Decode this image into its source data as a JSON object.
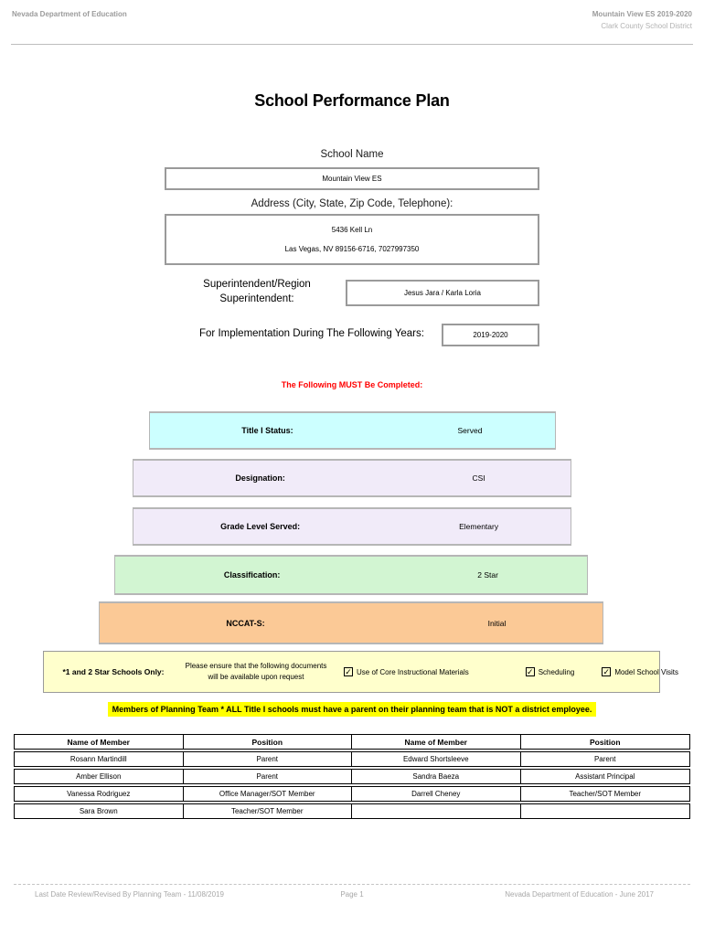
{
  "header": {
    "left": "Nevada Department of Education",
    "right_line1": "Mountain View ES  2019-2020",
    "right_line2": "Clark County School District"
  },
  "title": "School Performance Plan",
  "form": {
    "school_name_label": "School Name",
    "school_name_value": "Mountain View ES",
    "address_label": "Address (City, State, Zip Code, Telephone):",
    "address_line1": "5436 Kell Ln",
    "address_line2": "Las Vegas, NV  89156-6716, 7027997350",
    "superintendent_label_line1": "Superintendent/Region",
    "superintendent_label_line2": "Superintendent:",
    "superintendent_value": "Jesus Jara / Karla Loria",
    "implementation_label": "For Implementation During The Following Years:",
    "implementation_value": "2019-2020"
  },
  "must_complete_notice": "The Following MUST Be Completed:",
  "status_bars": [
    {
      "label": "Title I Status:",
      "value": "Served",
      "color": "#ccffff"
    },
    {
      "label": "Designation:",
      "value": "CSI",
      "color": "#f1ebf9"
    },
    {
      "label": "Grade Level Served:",
      "value": "Elementary",
      "color": "#f1ebf9"
    },
    {
      "label": "Classification:",
      "value": "2 Star",
      "color": "#d2f5d2"
    },
    {
      "label": "NCCAT-S:",
      "value": "Initial",
      "color": "#fbc996"
    }
  ],
  "star_box": {
    "label": "*1 and 2 Star Schools Only:",
    "description": "Please ensure that the following documents will be available upon request",
    "items": [
      {
        "label": "Use of Core Instructional Materials",
        "checked": true
      },
      {
        "label": "Scheduling",
        "checked": true
      },
      {
        "label": "Model School Visits",
        "checked": true
      }
    ]
  },
  "icons": {
    "check_glyph": "✓"
  },
  "planning_team_notice": "Members of Planning Team * ALL Title I schools must have a parent on their planning team that is NOT a district employee.",
  "members_table": {
    "headers": [
      "Name of Member",
      "Position",
      "Name of Member",
      "Position"
    ],
    "rows": [
      [
        "Rosann Martindill",
        "Parent",
        "Edward Shortsleeve",
        "Parent"
      ],
      [
        "Amber Ellison",
        "Parent",
        "Sandra Baeza",
        "Assistant Principal"
      ],
      [
        "Vanessa Rodriguez",
        "Office Manager/SOT Member",
        "Darrell Cheney",
        "Teacher/SOT Member"
      ],
      [
        "Sara Brown",
        "Teacher/SOT Member",
        "",
        ""
      ]
    ]
  },
  "footer": {
    "left": "Last Date Review/Revised By Planning Team - 11/08/2019",
    "center": "Page 1",
    "right": "Nevada Department of Education - June 2017"
  },
  "colors": {
    "title_i": "#ccffff",
    "designation": "#f1ebf9",
    "classification": "#d2f5d2",
    "nccat": "#fbc996",
    "star_box": "#ffffcc",
    "highlight": "#ffff00",
    "notice_red": "#ff0000"
  }
}
